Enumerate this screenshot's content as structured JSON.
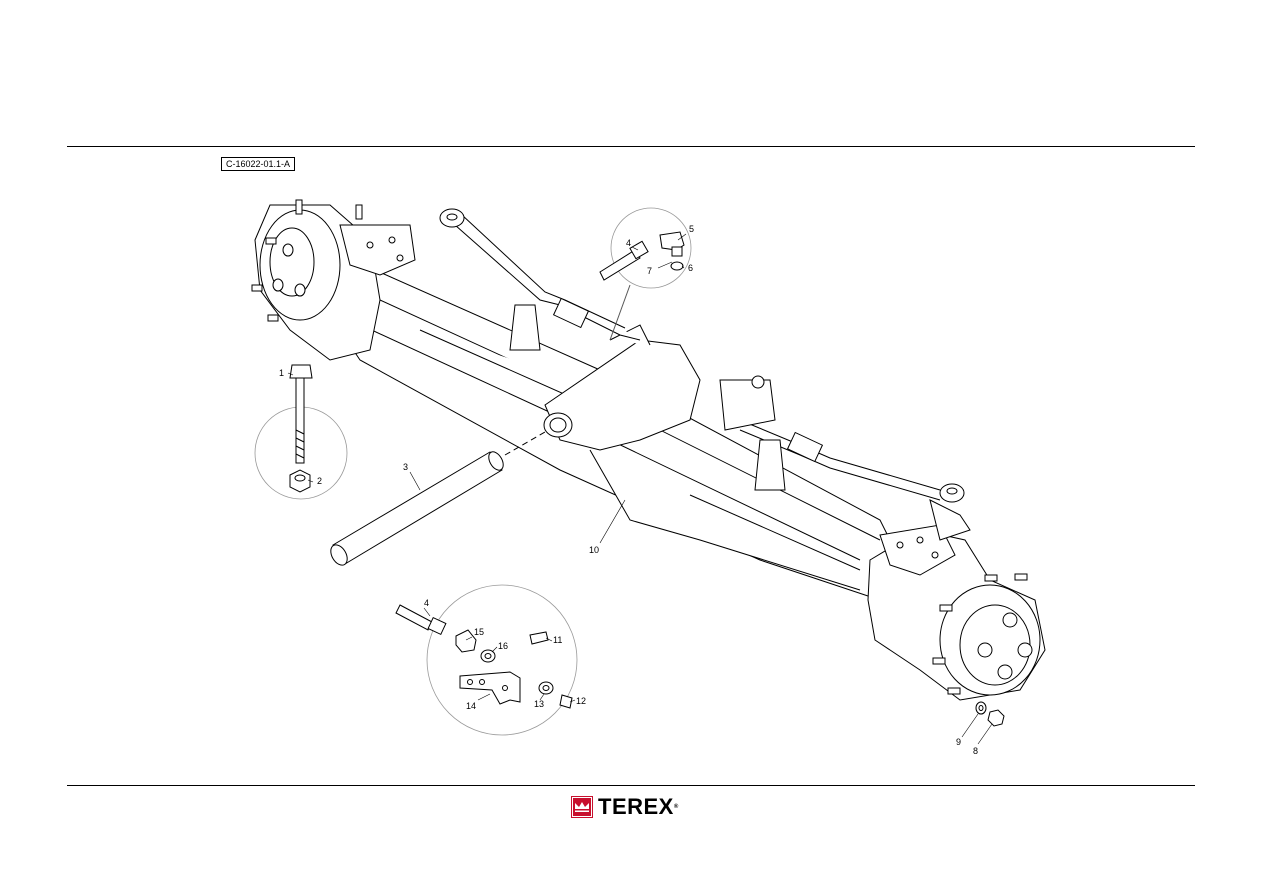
{
  "drawing_ref": "C-16022-01.1-A",
  "callouts": [
    {
      "id": "c1",
      "label": "1"
    },
    {
      "id": "c2",
      "label": "2"
    },
    {
      "id": "c3",
      "label": "3"
    },
    {
      "id": "c4a",
      "label": "4"
    },
    {
      "id": "c5",
      "label": "5"
    },
    {
      "id": "c6",
      "label": "6"
    },
    {
      "id": "c7",
      "label": "7"
    },
    {
      "id": "c10",
      "label": "10"
    },
    {
      "id": "c4b",
      "label": "4"
    },
    {
      "id": "c15",
      "label": "15"
    },
    {
      "id": "c16",
      "label": "16"
    },
    {
      "id": "c11",
      "label": "11"
    },
    {
      "id": "c14",
      "label": "14"
    },
    {
      "id": "c13",
      "label": "13"
    },
    {
      "id": "c12",
      "label": "12"
    },
    {
      "id": "c9",
      "label": "9"
    },
    {
      "id": "c8",
      "label": "8"
    }
  ],
  "logo": {
    "text": "TEREX",
    "registered": "®",
    "color": "#c8102e"
  }
}
